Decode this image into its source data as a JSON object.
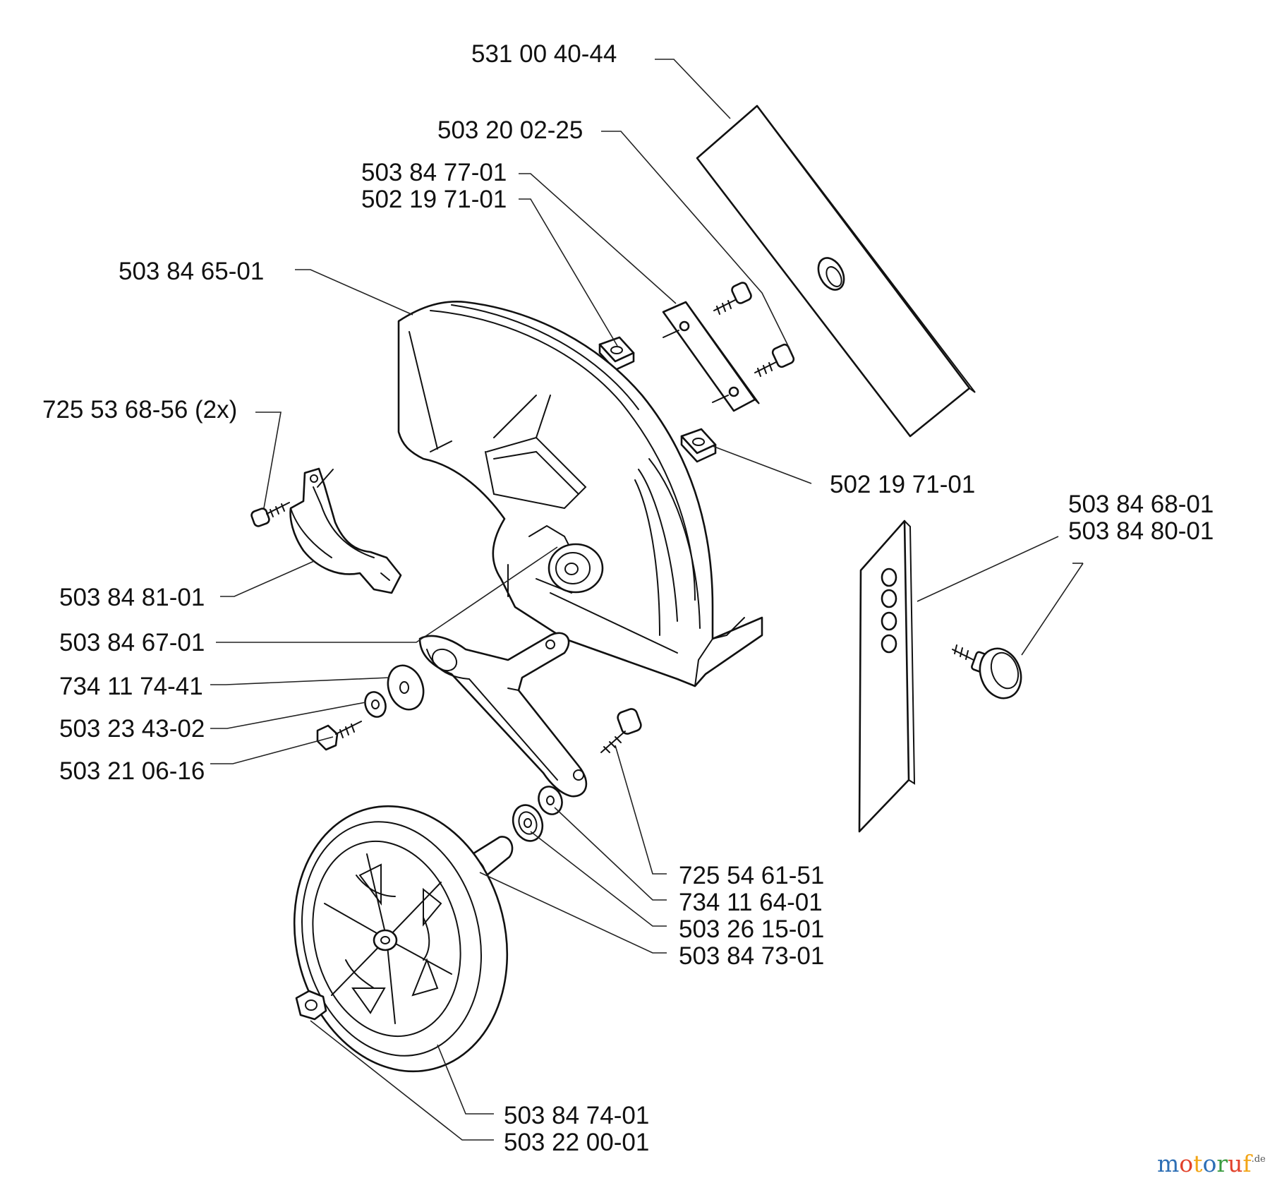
{
  "labels": {
    "blade_top": "531 00 40-44",
    "blade_screw": "503 20 02-25",
    "bracket": "503 84 77-01",
    "nut_upper": "502 19 71-01",
    "guard": "503 84 65-01",
    "clamp_screw": "725 53 68-56 (2x)",
    "nut_lower": "502 19 71-01",
    "side_blade_a": "503 84 68-01",
    "side_blade_b": "503 84 80-01",
    "clamp": "503 84 81-01",
    "arm": "503 84 67-01",
    "washer_large": "734 11 74-41",
    "washer_small": "503 23 43-02",
    "bolt": "503 21 06-16",
    "axle_screw": "725 54 61-51",
    "washer_axle": "734 11 64-01",
    "bearing": "503 26 15-01",
    "spacer": "503 84 73-01",
    "wheel": "503 84 74-01",
    "wheel_nut": "503 22 00-01"
  },
  "watermark": {
    "chars": [
      "m",
      "o",
      "t",
      "o",
      "r",
      "u",
      "f"
    ],
    "colors": [
      "#2e6fb5",
      "#e2422b",
      "#f2a516",
      "#2e6fb5",
      "#3a9b3f",
      "#e2422b",
      "#f2a516"
    ],
    "suffix": ".de"
  }
}
